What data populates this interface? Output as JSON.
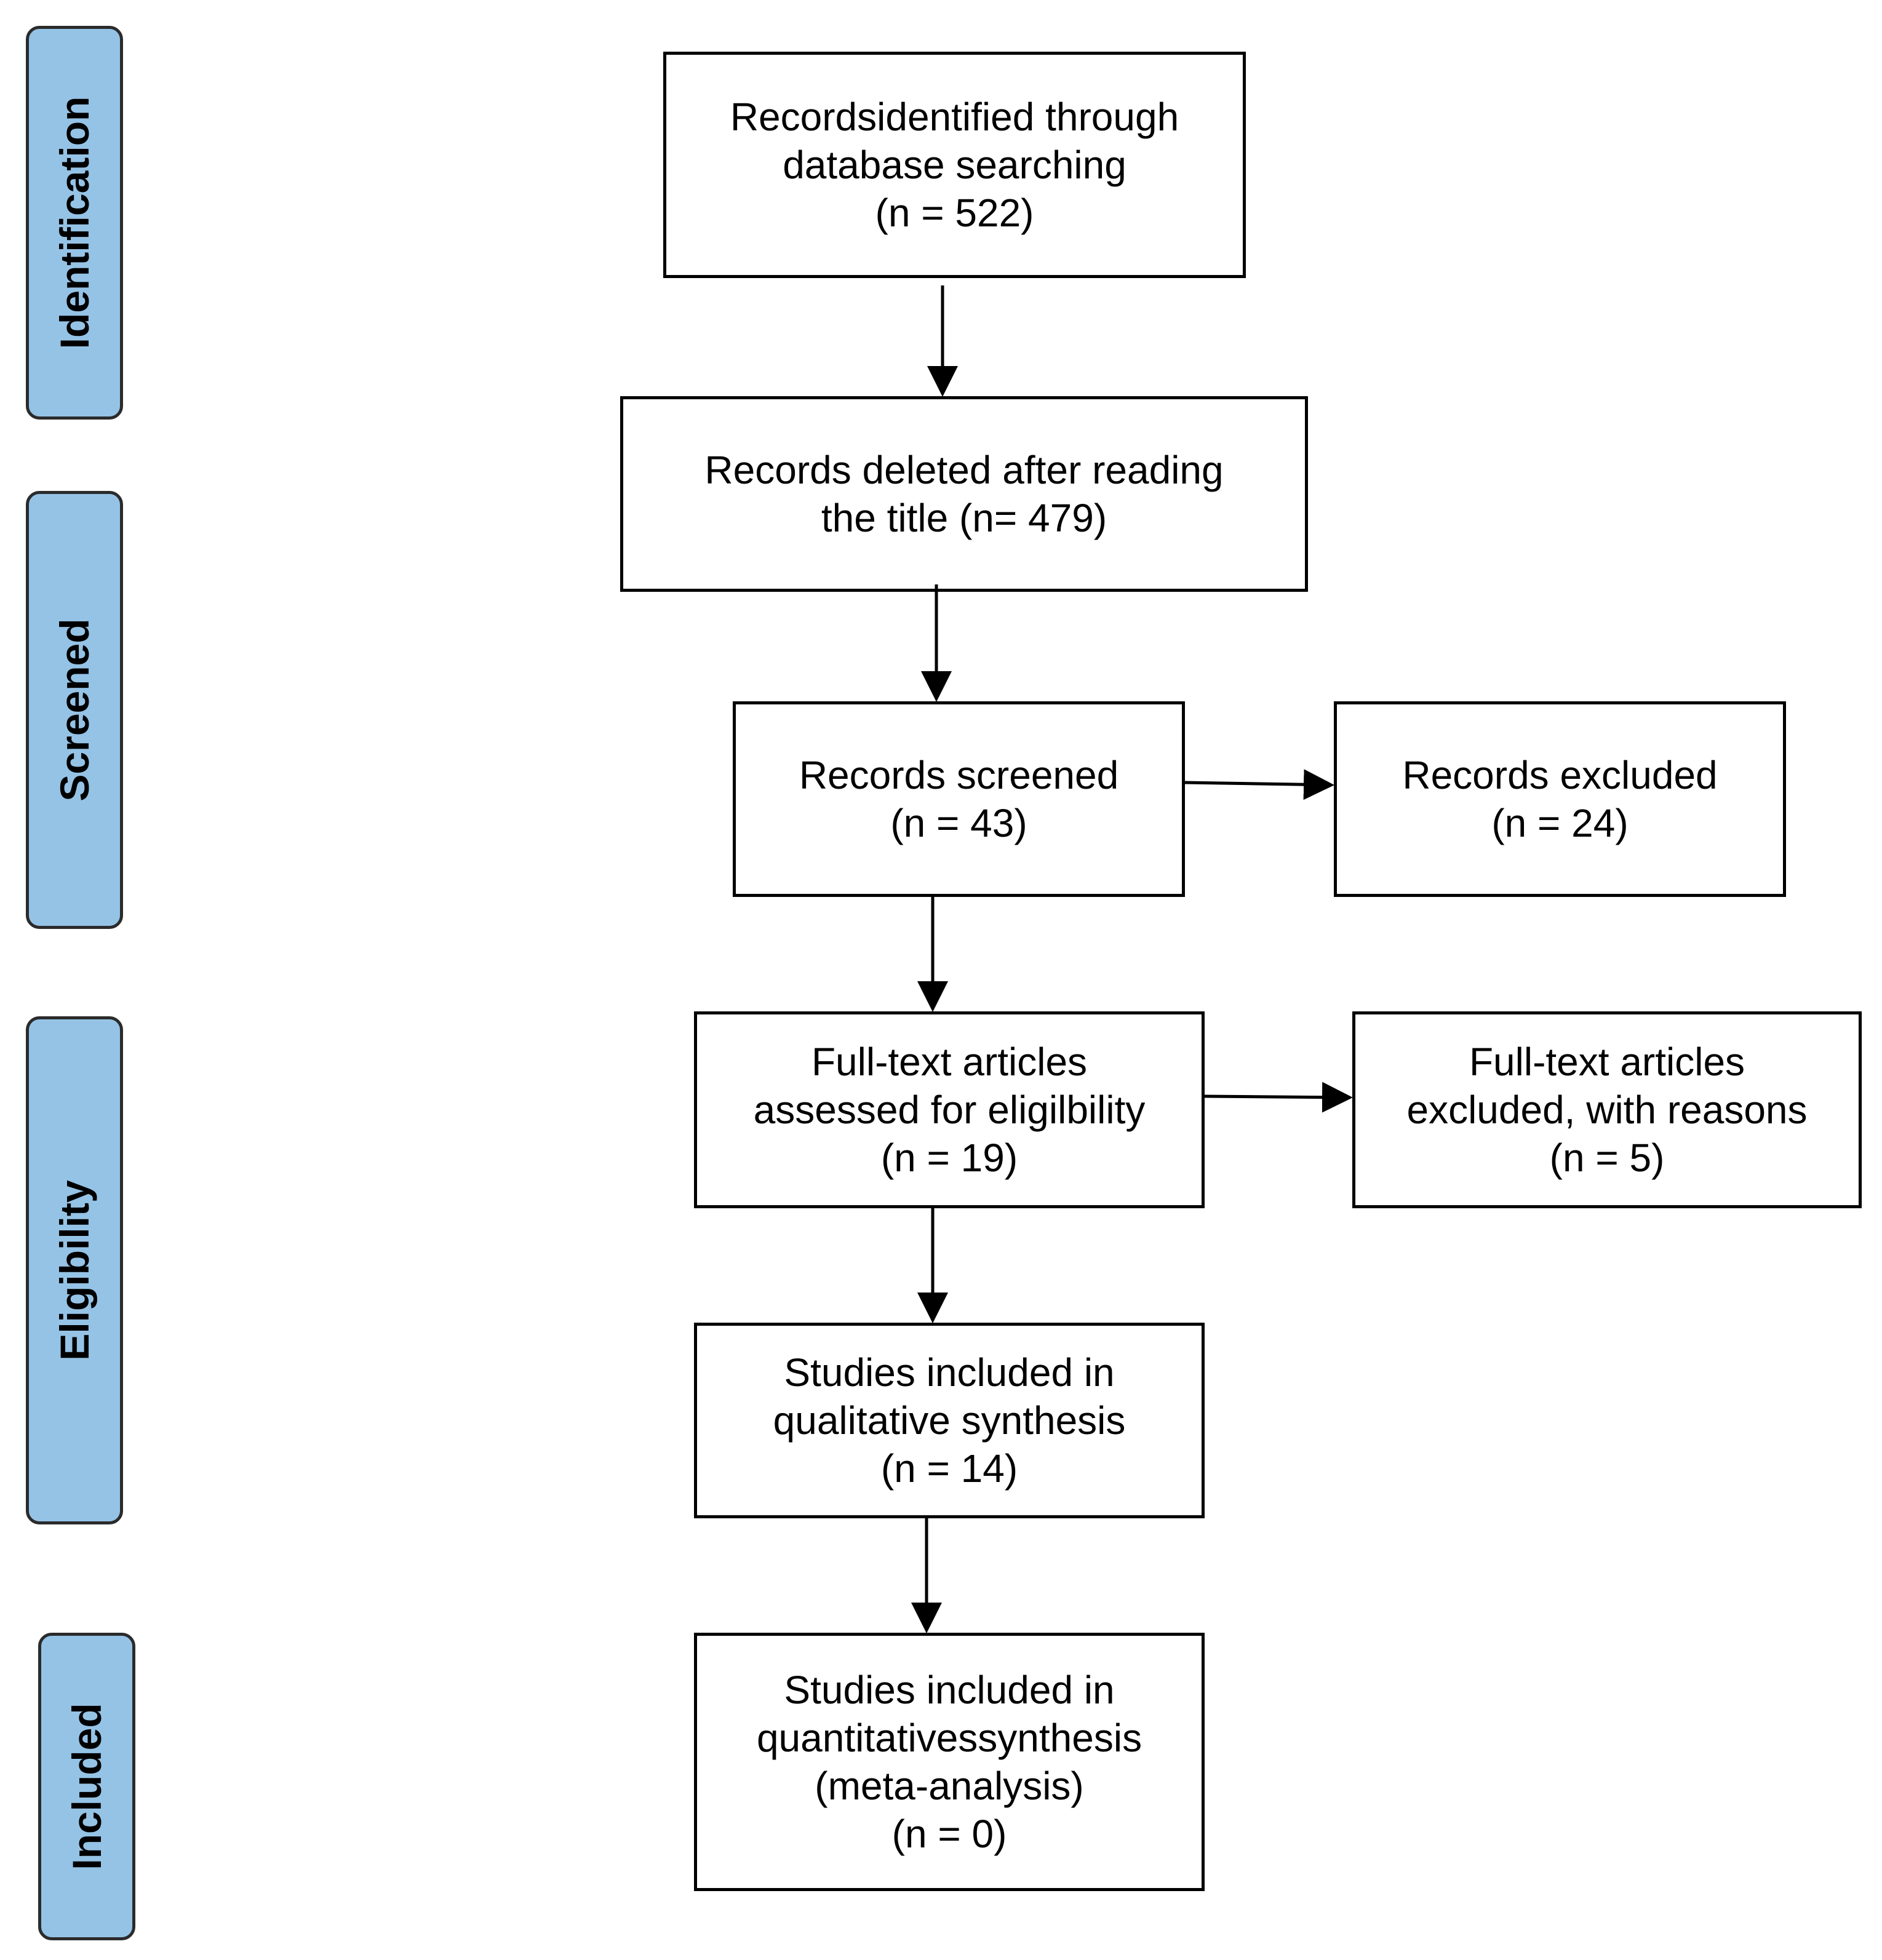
{
  "phases": {
    "identification": "Identification",
    "screened": "Screened",
    "eligibility": "Eligibility",
    "included": "Included"
  },
  "boxes": {
    "identified": {
      "line1": "Recordsidentified through",
      "line2": "database searching",
      "line3": "(n = 522)"
    },
    "deleted": {
      "line1": "Records deleted after reading",
      "line2": "the title (n= 479)"
    },
    "screened": {
      "line1": "Records screened",
      "line2": "(n = 43)"
    },
    "excluded": {
      "line1": "Records excluded",
      "line2": "(n = 24)"
    },
    "fulltext_assessed": {
      "line1": "Full-text articles",
      "line2": "assessed for eligilbility",
      "line3": "(n = 19)"
    },
    "fulltext_excluded": {
      "line1": "Full-text articles",
      "line2": "excluded, with reasons",
      "line3": "(n = 5)"
    },
    "qualitative": {
      "line1": "Studies included in",
      "line2": "qualitative synthesis",
      "line3": "(n = 14)"
    },
    "quantitative": {
      "line1": "Studies included in",
      "line2": "quantitativessynthesis",
      "line3": "(meta-analysis)",
      "line4": "(n = 0)"
    }
  },
  "colors": {
    "phase_fill": "#95c3e6",
    "border": "#000000"
  }
}
